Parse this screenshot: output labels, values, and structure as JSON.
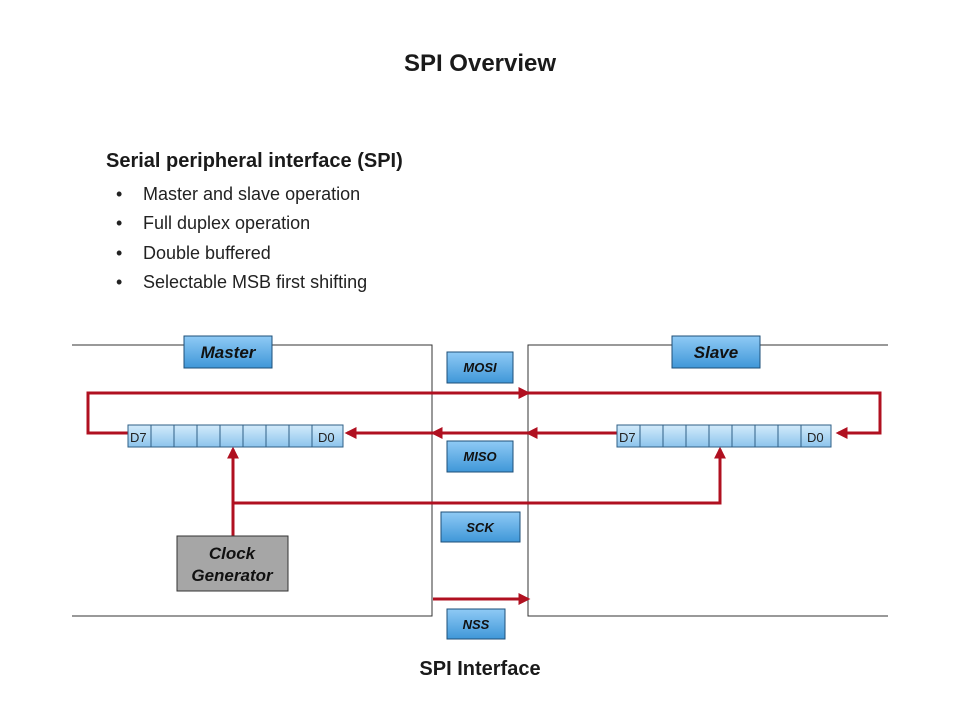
{
  "slide": {
    "title": "SPI Overview",
    "section_heading": "Serial peripheral interface (SPI)",
    "bullets": [
      "Master and slave operation",
      "Full duplex operation",
      "Double buffered",
      "Selectable MSB first shifting"
    ],
    "caption": "SPI Interface"
  },
  "diagram": {
    "master_label": "Master",
    "slave_label": "Slave",
    "signals": {
      "mosi": "MOSI",
      "miso": "MISO",
      "sck": "SCK",
      "nss": "NSS"
    },
    "clock_generator": [
      "Clock",
      "Generator"
    ],
    "master_register": {
      "msb": "D7",
      "lsb": "D0",
      "cells": 9
    },
    "slave_register": {
      "msb": "D7",
      "lsb": "D0",
      "cells": 9
    },
    "colors": {
      "wire": "#b01020",
      "label_box": "#5aaee8",
      "clock_box": "#a6a6a6",
      "register_cell": "#a8d4f2"
    }
  }
}
